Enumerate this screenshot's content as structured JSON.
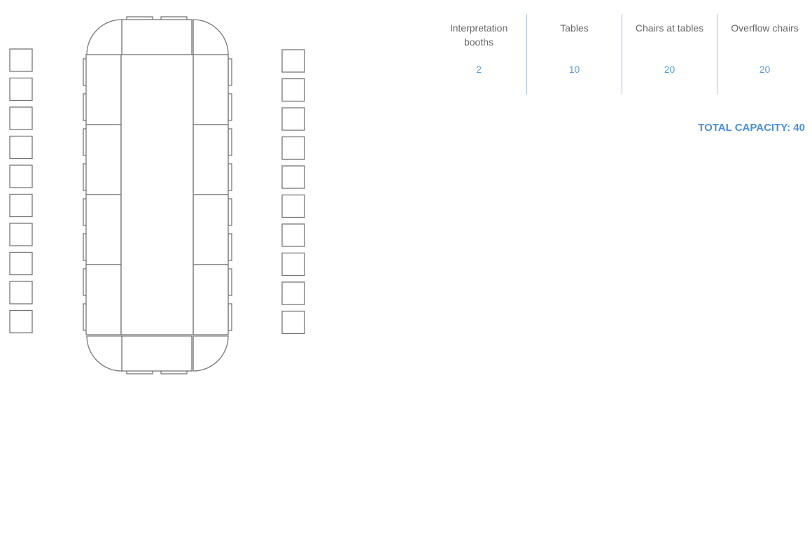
{
  "stats": [
    {
      "label": "Interpretation booths",
      "value": "2"
    },
    {
      "label": "Tables",
      "value": "10"
    },
    {
      "label": "Chairs at tables",
      "value": "20"
    },
    {
      "label": "Overflow chairs",
      "value": "20"
    }
  ],
  "total_capacity": "TOTAL CAPACITY: 40",
  "colors": {
    "outline": "#777777",
    "divider": "#a8c4e0",
    "value": "#5b9bd5",
    "total": "#4a90d9"
  }
}
